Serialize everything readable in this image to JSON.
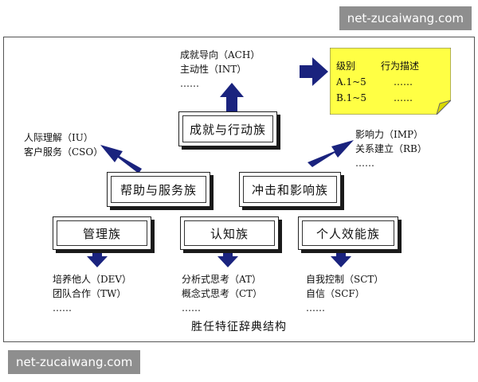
{
  "watermark": {
    "top": "net-zucaiwang.com",
    "bottom": "net-zucaiwang.com"
  },
  "boxes": {
    "achievement": "成就与行动族",
    "helping": "帮助与服务族",
    "impact": "冲击和影响族",
    "management": "管理族",
    "cognition": "认知族",
    "effectiveness": "个人效能族"
  },
  "lists": {
    "achievement": [
      "成就导向（ACH）",
      "主动性（INT）",
      "……"
    ],
    "helping": [
      "人际理解（IU）",
      "客户服务（CSO）"
    ],
    "impact": [
      "影响力（IMP）",
      "关系建立（RB）",
      "……"
    ],
    "management": [
      "培养他人（DEV）",
      "团队合作（TW）",
      "……"
    ],
    "cognition": [
      "分析式思考（AT）",
      "概念式思考（CT）",
      "……"
    ],
    "effectiveness": [
      "自我控制（SCT）",
      "自信（SCF）",
      "……"
    ]
  },
  "note": {
    "header_level": "级别",
    "header_desc": "行为描述",
    "rows": [
      {
        "level": "A.1~5",
        "desc": "……"
      },
      {
        "level": "B.1~5",
        "desc": "……"
      }
    ],
    "fill_color": "#ffff44"
  },
  "arrow_color": "#1a237e",
  "caption": "胜任特征辞典结构"
}
